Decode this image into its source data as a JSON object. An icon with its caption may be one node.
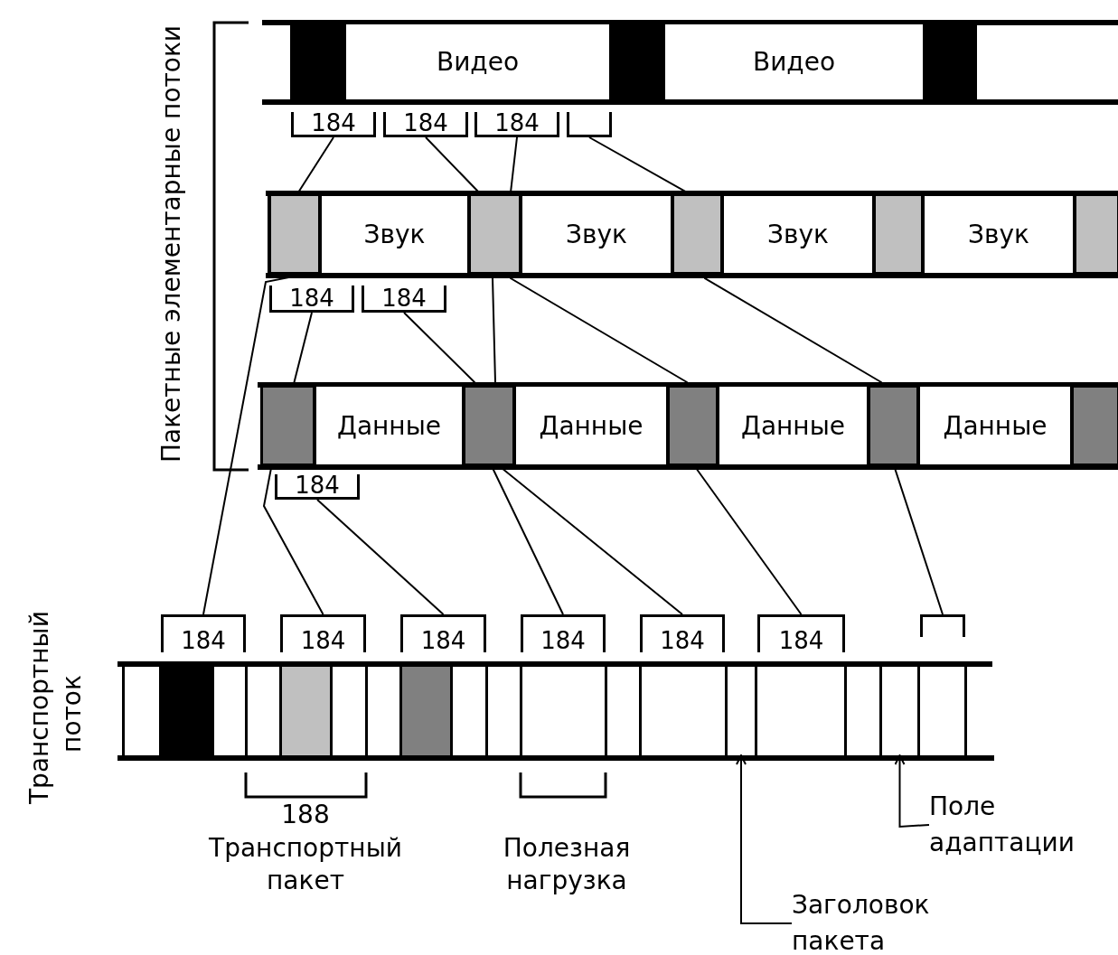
{
  "diagram": {
    "nodes": [
      {
        "text": [
          "Видео"
        ]
      },
      {
        "text": [
          "Видео"
        ]
      },
      {
        "text": [
          "184"
        ]
      },
      {
        "text": [
          "184"
        ]
      },
      {
        "text": [
          "184"
        ]
      },
      {
        "text": [],
        "shape": "bracket"
      },
      {
        "text": [
          "Звук"
        ]
      },
      {
        "text": [
          "Звук"
        ]
      },
      {
        "text": [
          "Звук"
        ]
      },
      {
        "text": [
          "Звук"
        ]
      },
      {
        "text": [
          "184"
        ]
      },
      {
        "text": [
          "184"
        ]
      },
      {
        "text": [
          "Данные"
        ]
      },
      {
        "text": [
          "Данные"
        ]
      },
      {
        "text": [
          "Данные"
        ]
      },
      {
        "text": [
          "Данные"
        ]
      },
      {
        "text": [
          "184"
        ]
      },
      {
        "text": [
          "184"
        ]
      },
      {
        "text": [
          "184"
        ]
      },
      {
        "text": [
          "184"
        ]
      },
      {
        "text": [
          "184"
        ]
      },
      {
        "text": [
          "184"
        ]
      },
      {
        "text": [
          "184"
        ]
      },
      {
        "text": [],
        "shape": "bracket"
      },
      {
        "text": [],
        "shape": "box"
      },
      {
        "text": [],
        "shape": "box"
      },
      {
        "text": [
          "Поле адаптации"
        ]
      },
      {
        "text": [
          "Заголовок пакета"
        ]
      }
    ],
    "edges": [
      {
        "from": 2,
        "to": 17,
        "arrow": "none"
      },
      {
        "from": 10,
        "to": 18,
        "arrow": "none"
      },
      {
        "from": 16,
        "to": 19,
        "arrow": "none"
      },
      {
        "from": 3,
        "to": 20,
        "arrow": "none"
      },
      {
        "from": 11,
        "to": 21,
        "arrow": "none"
      },
      {
        "from": 4,
        "to": 22,
        "arrow": "none"
      },
      {
        "from": 5,
        "to": 23,
        "arrow": "none"
      },
      {
        "from": 27,
        "to": 24,
        "arrow": "to"
      },
      {
        "from": 26,
        "to": 25,
        "arrow": "to"
      }
    ],
    "labels": [
      "Пакетные элементарные потоки",
      "Транспортный поток",
      "188",
      "Транспортный пакет",
      "Полезная нагрузка"
    ]
  }
}
